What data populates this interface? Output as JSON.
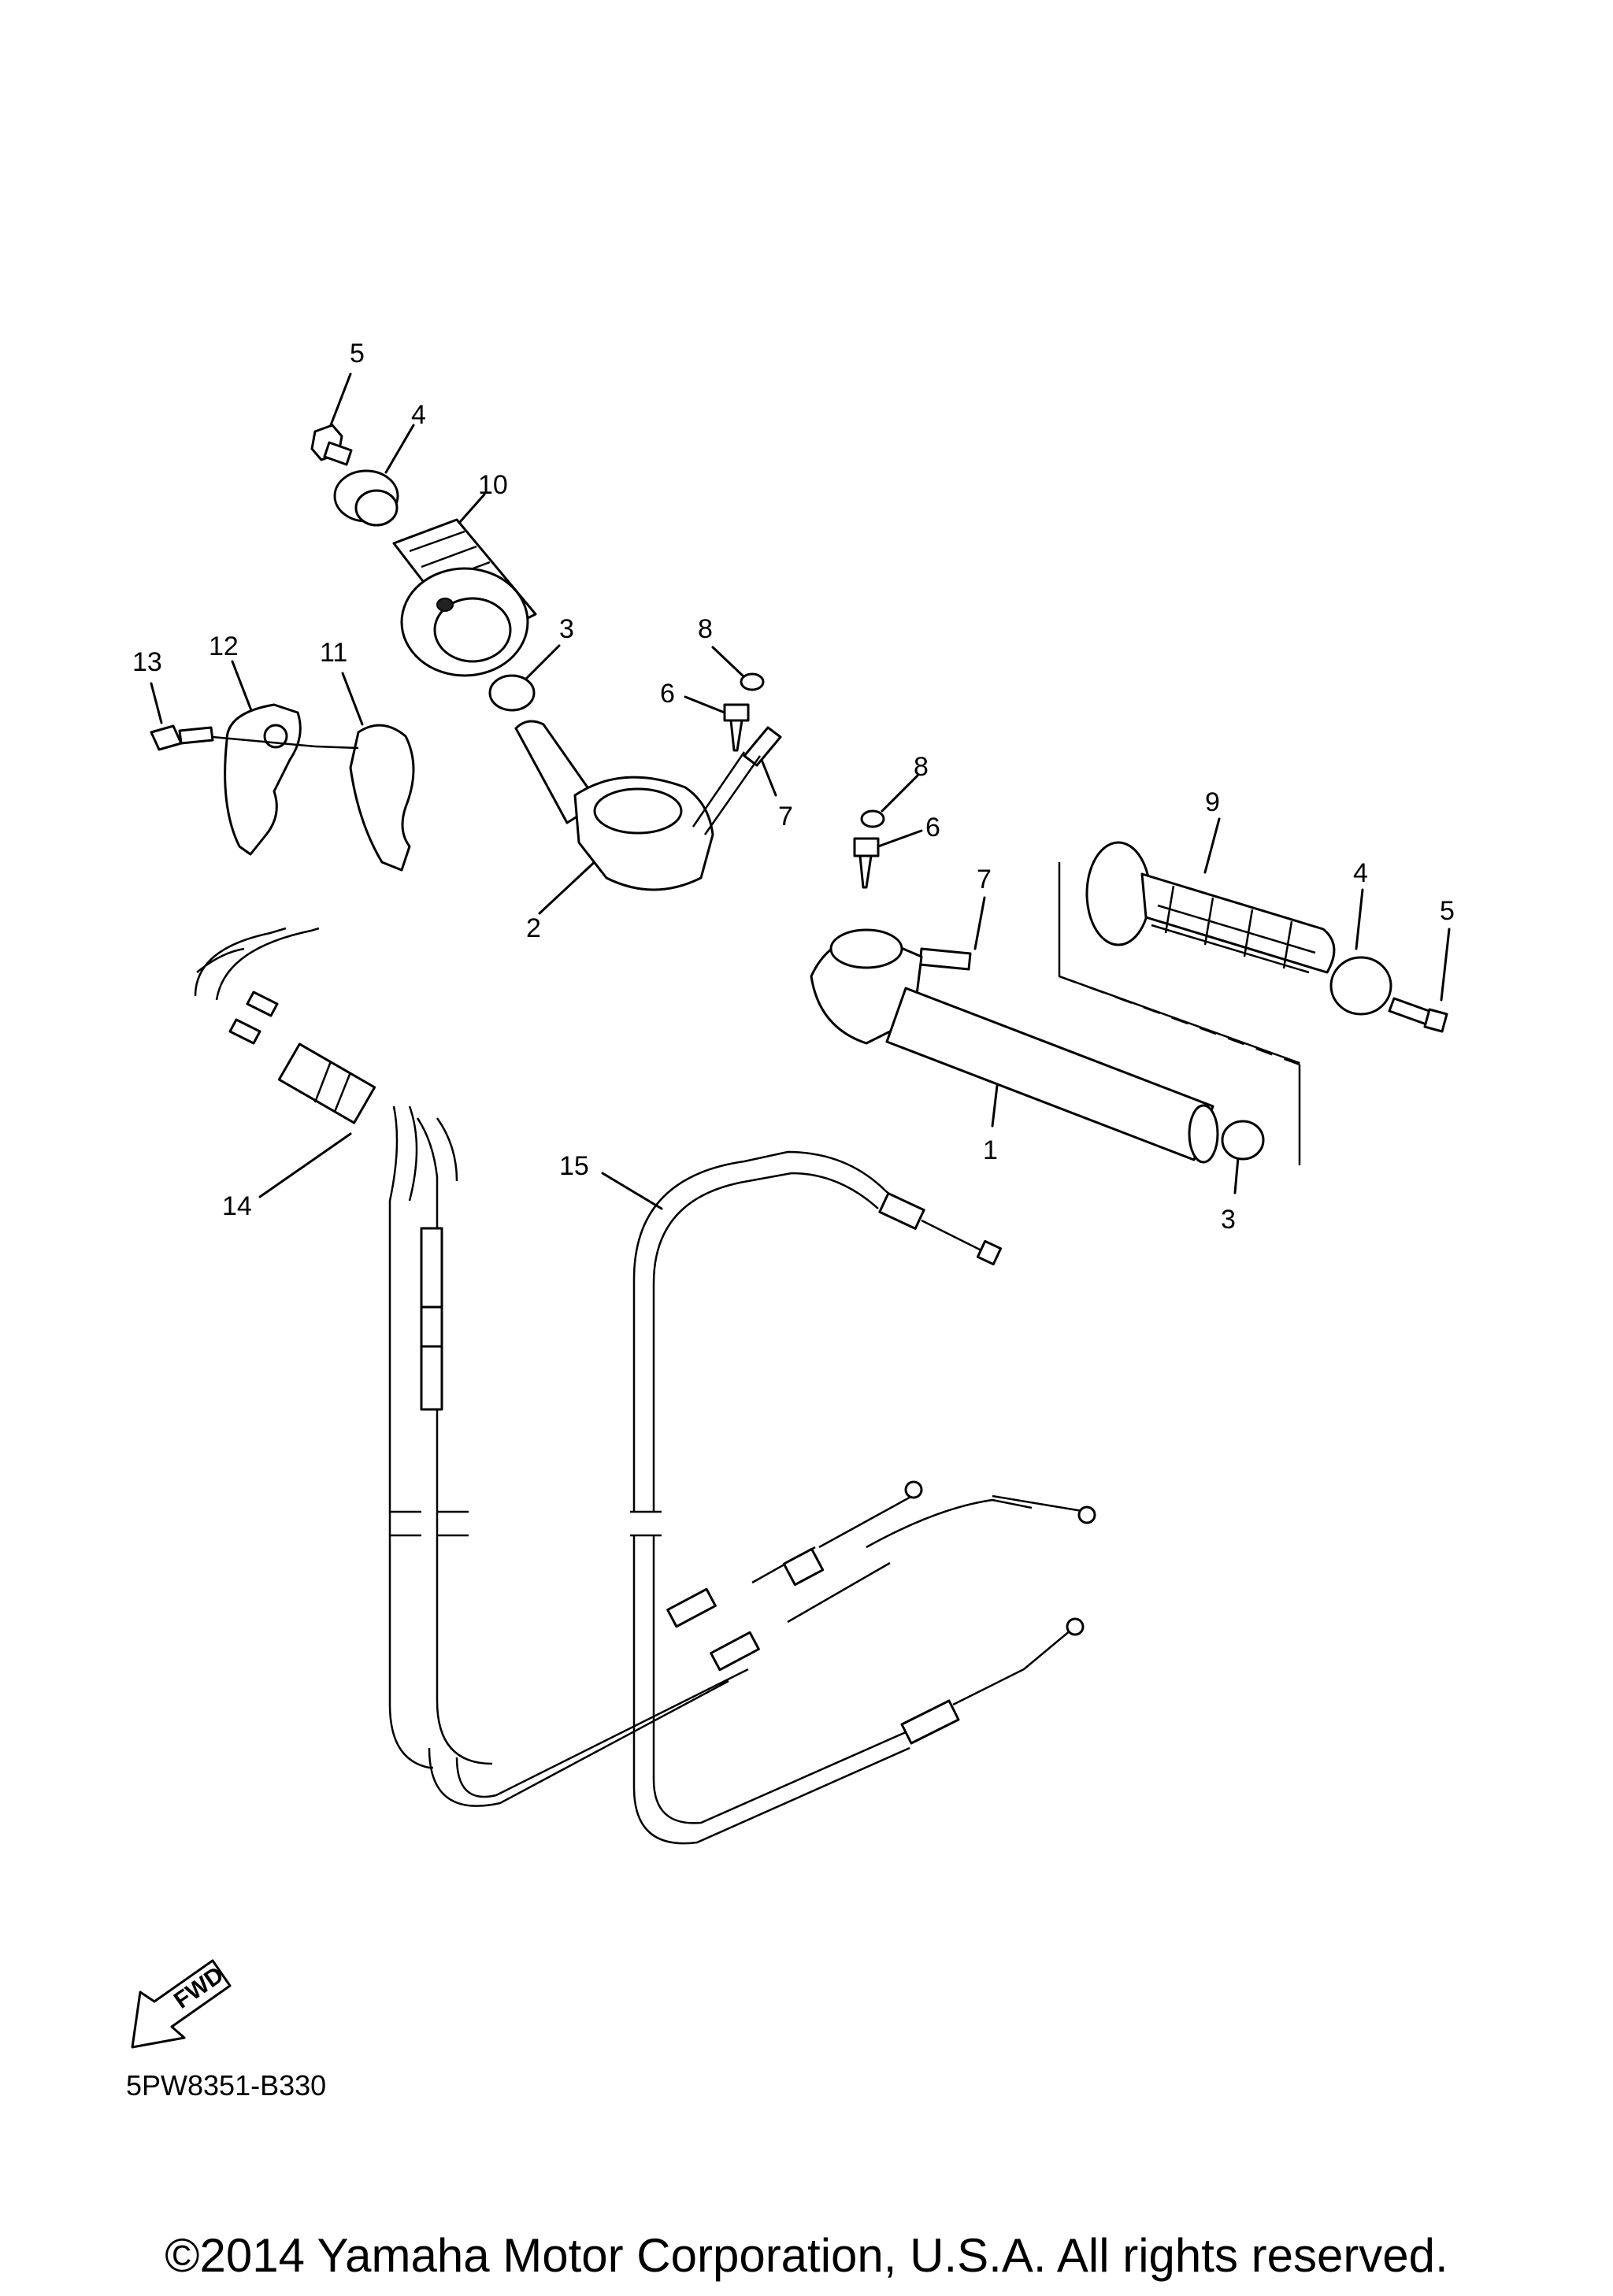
{
  "diagram": {
    "callouts": [
      {
        "id": "c5a",
        "text": "5"
      },
      {
        "id": "c4a",
        "text": "4"
      },
      {
        "id": "c10",
        "text": "10"
      },
      {
        "id": "c3a",
        "text": "3"
      },
      {
        "id": "c8a",
        "text": "8"
      },
      {
        "id": "c6a",
        "text": "6"
      },
      {
        "id": "c7a",
        "text": "7"
      },
      {
        "id": "c13",
        "text": "13"
      },
      {
        "id": "c12",
        "text": "12"
      },
      {
        "id": "c11",
        "text": "11"
      },
      {
        "id": "c2",
        "text": "2"
      },
      {
        "id": "c8b",
        "text": "8"
      },
      {
        "id": "c6b",
        "text": "6"
      },
      {
        "id": "c7b",
        "text": "7"
      },
      {
        "id": "c9",
        "text": "9"
      },
      {
        "id": "c4b",
        "text": "4"
      },
      {
        "id": "c5b",
        "text": "5"
      },
      {
        "id": "c1",
        "text": "1"
      },
      {
        "id": "c3b",
        "text": "3"
      },
      {
        "id": "c14",
        "text": "14"
      },
      {
        "id": "c15",
        "text": "15"
      }
    ],
    "fwd_label": "FWD",
    "code": "5PW8351-B330",
    "copyright": "©2014 Yamaha Motor Corporation, U.S.A. All rights reserved."
  }
}
